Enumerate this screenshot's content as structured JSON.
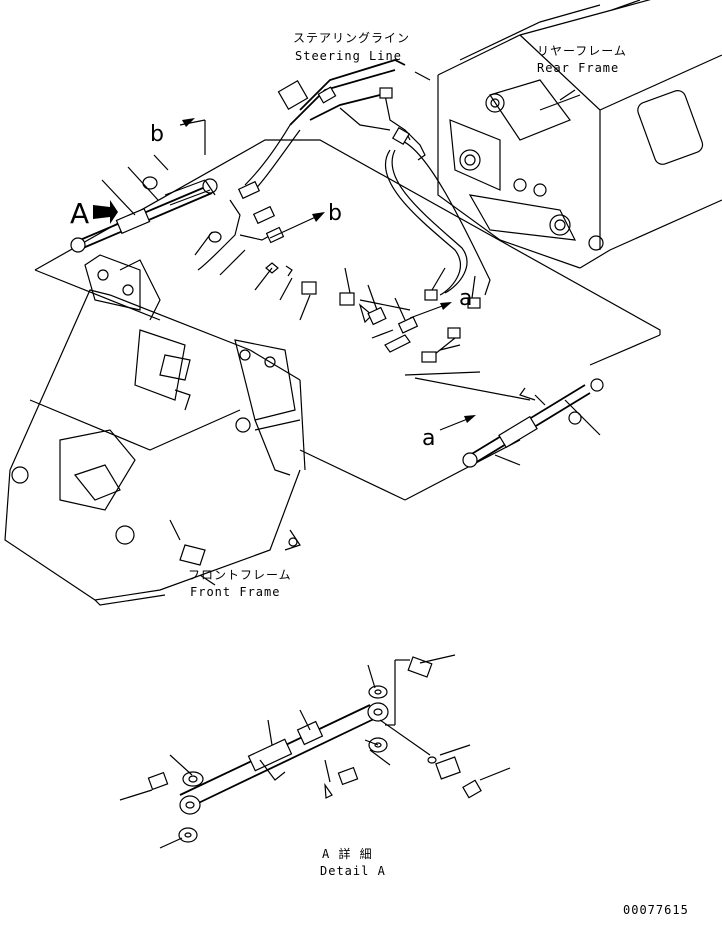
{
  "labels": {
    "steering_line_jp": "ステアリングライン",
    "steering_line_en": "Steering Line",
    "rear_frame_jp": "リヤーフレーム",
    "rear_frame_en": "Rear Frame",
    "front_frame_jp": "フロントフレーム",
    "front_frame_en": "Front Frame",
    "detail_jp": "A 詳 細",
    "detail_en": "Detail A",
    "view_a_upper": "A",
    "ref_a": "a",
    "ref_b": "b",
    "drawing_number": "00077615"
  }
}
